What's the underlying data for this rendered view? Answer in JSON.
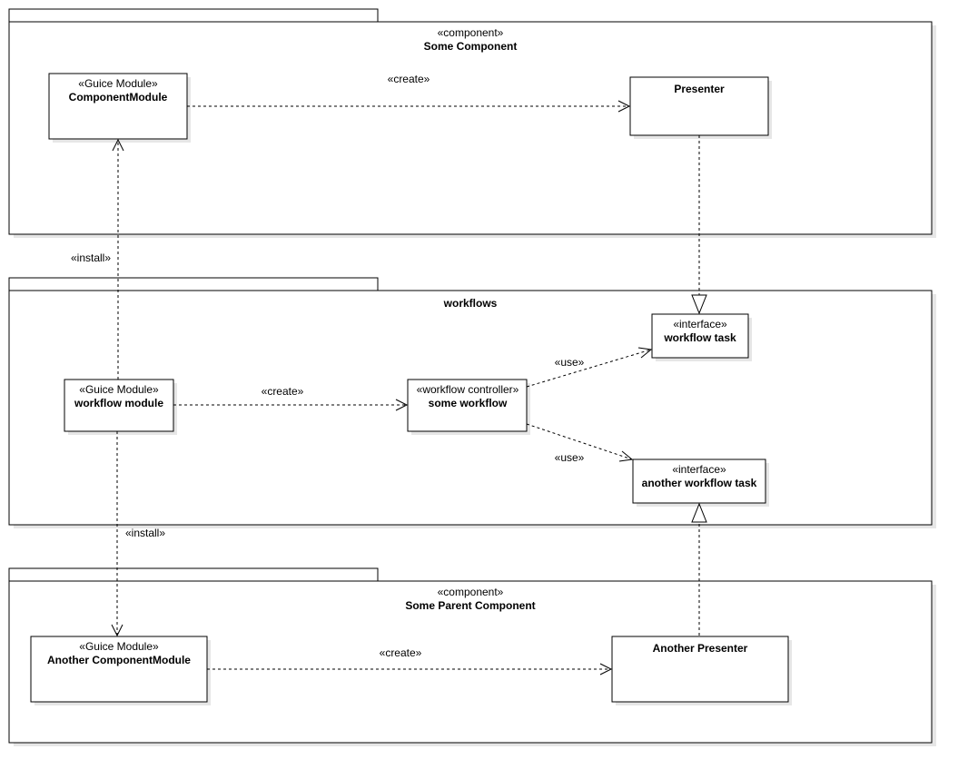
{
  "packages": {
    "some_component": {
      "stereotype": "«component»",
      "name": "Some Component"
    },
    "workflows": {
      "name": "workflows"
    },
    "some_parent_component": {
      "stereotype": "«component»",
      "name": "Some Parent Component"
    }
  },
  "nodes": {
    "component_module": {
      "stereotype": "«Guice Module»",
      "name": "ComponentModule"
    },
    "presenter": {
      "name": "Presenter"
    },
    "workflow_module": {
      "stereotype": "«Guice Module»",
      "name": "workflow module"
    },
    "some_workflow": {
      "stereotype": "«workflow controller»",
      "name": "some workflow"
    },
    "workflow_task": {
      "stereotype": "«interface»",
      "name": "workflow task"
    },
    "another_workflow_task": {
      "stereotype": "«interface»",
      "name": "another workflow task"
    },
    "another_component_module": {
      "stereotype": "«Guice Module»",
      "name": "Another ComponentModule"
    },
    "another_presenter": {
      "name": "Another Presenter"
    }
  },
  "edges": {
    "create_top": "«create»",
    "install_top": "«install»",
    "create_mid": "«create»",
    "use_task": "«use»",
    "use_another_task": "«use»",
    "install_bottom": "«install»",
    "create_bottom": "«create»"
  }
}
